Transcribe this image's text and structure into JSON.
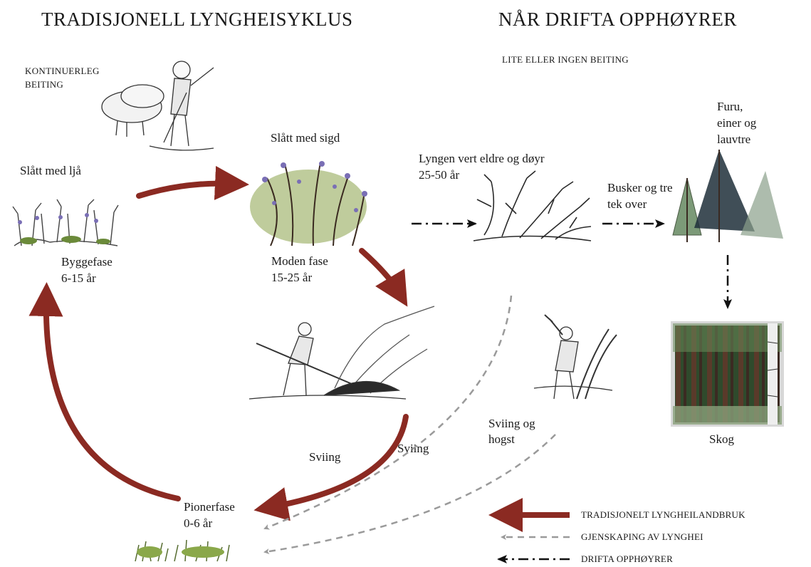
{
  "titles": {
    "left": "TRADISJONELL LYNGHEISYKLUS",
    "right": "NÅR DRIFTA OPPHØYRER"
  },
  "notes": {
    "continuous_grazing": [
      "KONTINUERLEG",
      "BEITING"
    ],
    "little_grazing": "LITE ELLER INGEN BEITING"
  },
  "stages": {
    "scythe": "Slått med ljå",
    "sickle": "Slått med sigd",
    "building": [
      "Byggefase",
      "6-15 år"
    ],
    "mature": [
      "Moden fase",
      "15-25 år"
    ],
    "pioneer": [
      "Pionerfase",
      "0-6 år"
    ],
    "burning_left": "Sviing",
    "burning_right": "Sviing",
    "old_heather": [
      "Lyngen vert eldre og døyr",
      "25-50 år"
    ],
    "bushes": [
      "Busker og tre",
      "tek over"
    ],
    "trees": [
      "Furu,",
      "einer og",
      "lauvtre"
    ],
    "burn_cut": [
      "Sviing og",
      "hogst"
    ],
    "forest": "Skog"
  },
  "legend": [
    {
      "label": "TRADISJONELT LYNGHEILANDBRUK",
      "style": "solid-red",
      "color": "#8b2a22"
    },
    {
      "label": "GJENSKAPING AV LYNGHEI",
      "style": "dashed-grey",
      "color": "#9a9a9a"
    },
    {
      "label": "DRIFTA OPPHØYRER",
      "style": "dash-dot-black",
      "color": "#111111"
    }
  ],
  "colors": {
    "cycle_arrow": "#8b2a22",
    "restore_arrow": "#9a9a9a",
    "stop_arrow": "#111111",
    "heather_flower": "#7a6fb5",
    "heather_green": "#6b8a3a"
  }
}
